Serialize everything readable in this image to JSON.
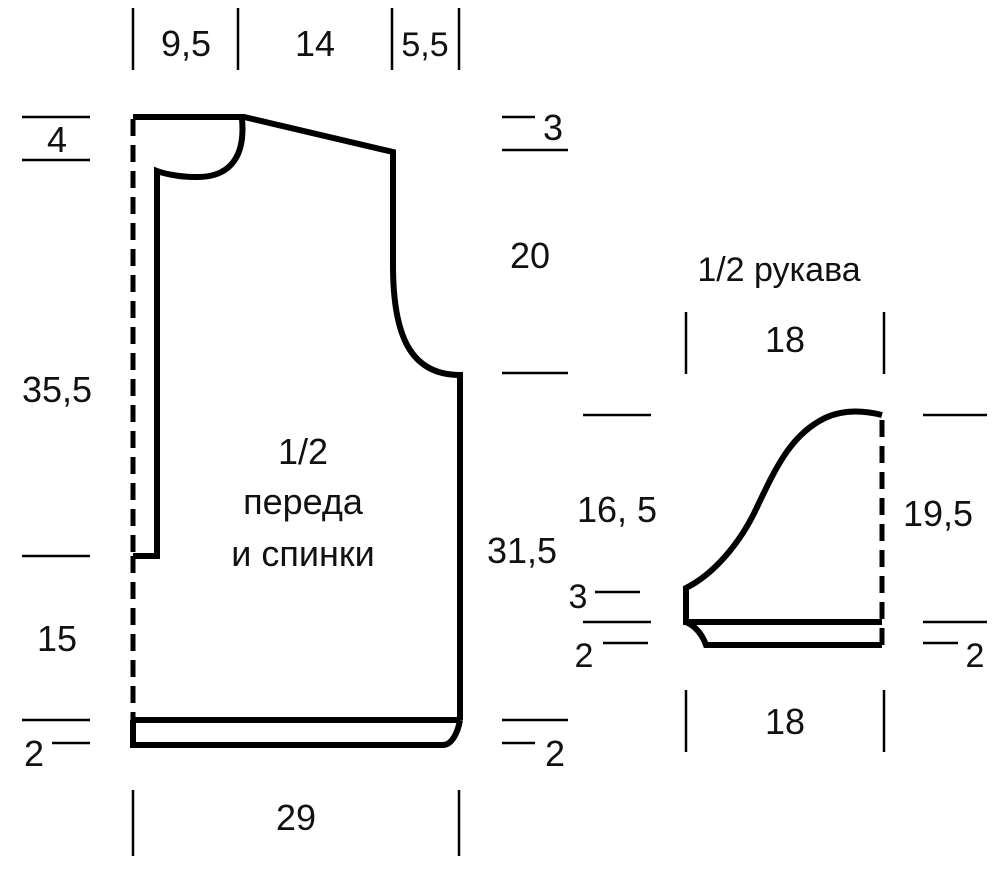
{
  "body_piece": {
    "title_lines": [
      "1/2",
      "переда",
      "и спинки"
    ],
    "top": {
      "neck_width": "9,5",
      "shoulder_width": "14",
      "armhole_width": "5,5"
    },
    "left": {
      "neck_depth": "4",
      "side_height": "35,5",
      "slit": "15",
      "band": "2"
    },
    "right": {
      "shoulder_slope": "3",
      "armhole_depth": "20",
      "side": "31,5",
      "band": "2"
    },
    "bottom": {
      "width": "29"
    }
  },
  "sleeve_piece": {
    "title": "1/2 рукава",
    "top_width": "18",
    "bottom_width": "18",
    "left": {
      "cap_height": "16, 5",
      "side": "3",
      "band": "2"
    },
    "right": {
      "height": "19,5",
      "band": "2"
    }
  }
}
